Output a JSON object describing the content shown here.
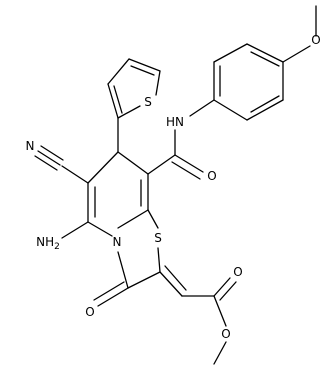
{
  "molecule": {
    "labels": {
      "methyl_ether": "",
      "ether_O": "O",
      "thiophene_S": "S",
      "amide_NH": "HN",
      "nitrile_N": "N",
      "amide_O": "O",
      "amino": "NH2",
      "ring_N": "N",
      "thiazole_S": "S",
      "ester_O_carbonyl": "O",
      "ring_carbonyl_O": "O",
      "ester_O_single": "O"
    },
    "colors": {
      "bond": "#000000",
      "label": "#000000",
      "background": "#ffffff"
    }
  }
}
